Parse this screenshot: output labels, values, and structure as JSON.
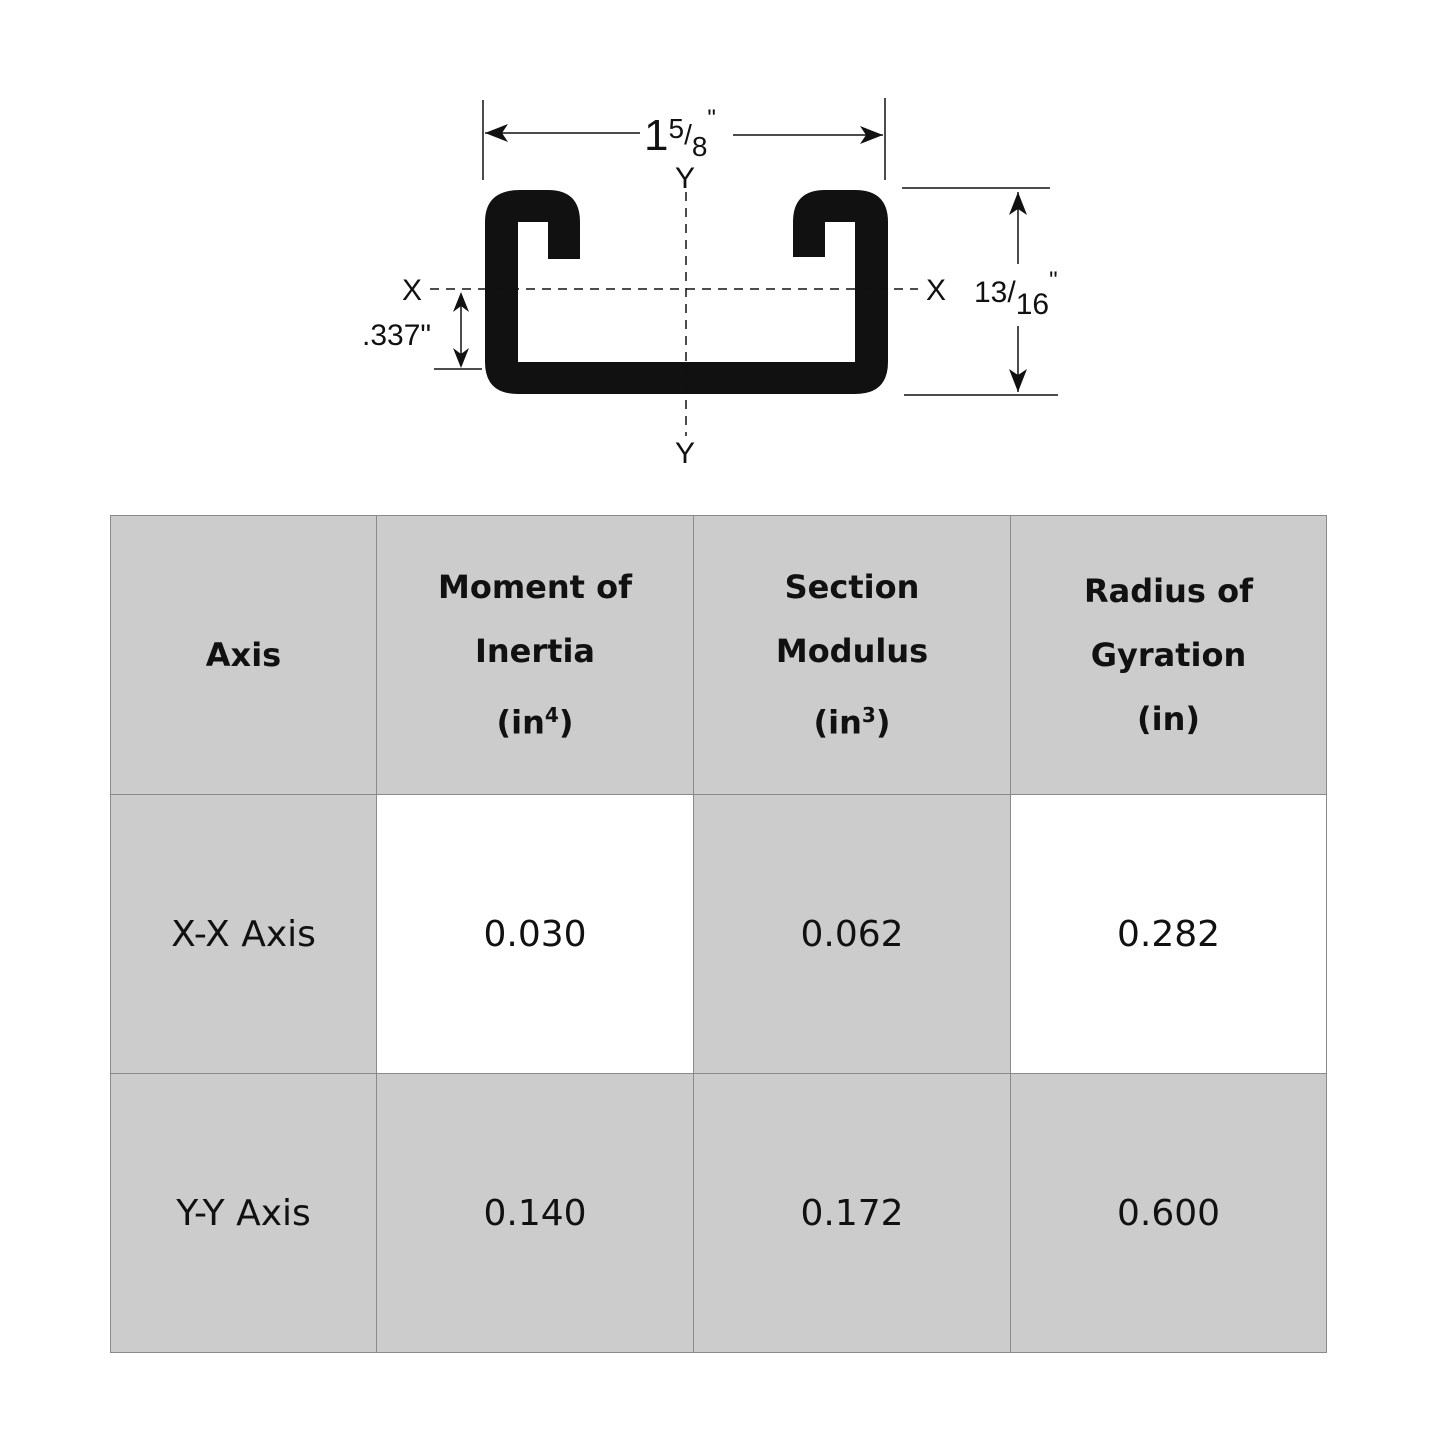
{
  "drawing": {
    "width_dim": {
      "whole": "1",
      "num": "5",
      "den": "8",
      "unit": "\""
    },
    "height_dim": {
      "num": "13",
      "den": "16",
      "unit": "\""
    },
    "offset_dim": ".337\"",
    "x_axis_label": "X",
    "y_axis_label": "Y"
  },
  "table": {
    "headers": [
      {
        "line1": "Axis"
      },
      {
        "line1": "Moment of",
        "line2": "Inertia",
        "unit": "(in",
        "exp": "4",
        "close": ")"
      },
      {
        "line1": "Section",
        "line2": "Modulus",
        "unit": "(in",
        "exp": "3",
        "close": ")"
      },
      {
        "line1": "Radius of",
        "line2": "Gyration",
        "unit": "(in)"
      }
    ],
    "rows": [
      {
        "axis": "X-X Axis",
        "moment": "0.030",
        "modulus": "0.062",
        "radius": "0.282"
      },
      {
        "axis": "Y-Y Axis",
        "moment": "0.140",
        "modulus": "0.172",
        "radius": "0.600"
      }
    ]
  }
}
